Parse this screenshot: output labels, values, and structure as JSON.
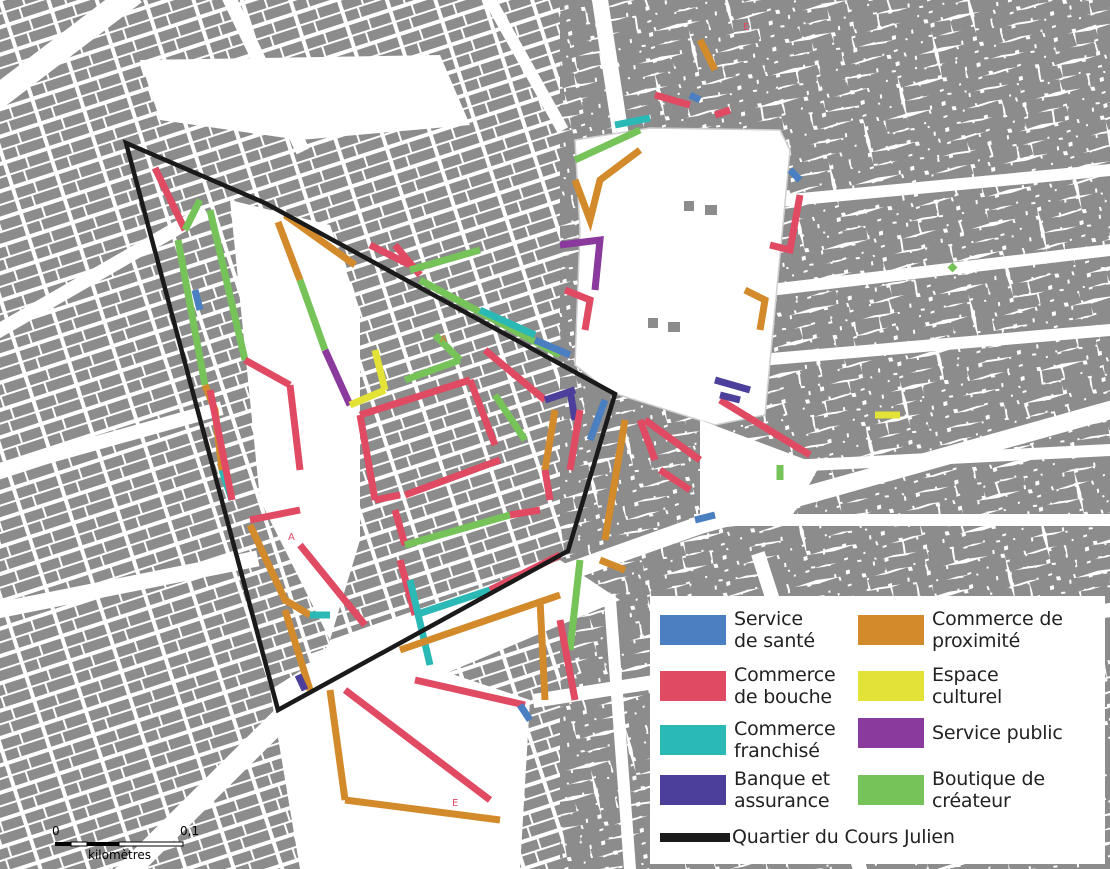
{
  "legend": {
    "items": [
      {
        "id": "sante",
        "label": "Service\nde santé",
        "color": "#4a7fc1"
      },
      {
        "id": "proximite",
        "label": "Commerce de\nproximité",
        "color": "#d38a2a"
      },
      {
        "id": "bouche",
        "label": "Commerce\nde bouche",
        "color": "#e04a63"
      },
      {
        "id": "culturel",
        "label": "Espace\nculturel",
        "color": "#e3e236"
      },
      {
        "id": "franchise",
        "label": "Commerce\nfranchisé",
        "color": "#2ab9b5"
      },
      {
        "id": "public",
        "label": "Service public",
        "color": "#8a3a9c"
      },
      {
        "id": "banque",
        "label": "Banque et\nassurance",
        "color": "#4b3f9b"
      },
      {
        "id": "createur",
        "label": "Boutique de\ncréateur",
        "color": "#76c35a"
      }
    ],
    "boundary_label": "Quartier du Cours Julien",
    "boundary_color": "#1a1a1a"
  },
  "scale": {
    "start": "0",
    "end": "0,1",
    "unit": "kilomètres"
  },
  "map_labels": [
    {
      "text": "E"
    },
    {
      "text": "A"
    },
    {
      "text": "A"
    },
    {
      "text": "E"
    }
  ],
  "colors": {
    "building": "#8c8c8c",
    "street": "#ffffff",
    "outline": "#cfcfcf"
  }
}
